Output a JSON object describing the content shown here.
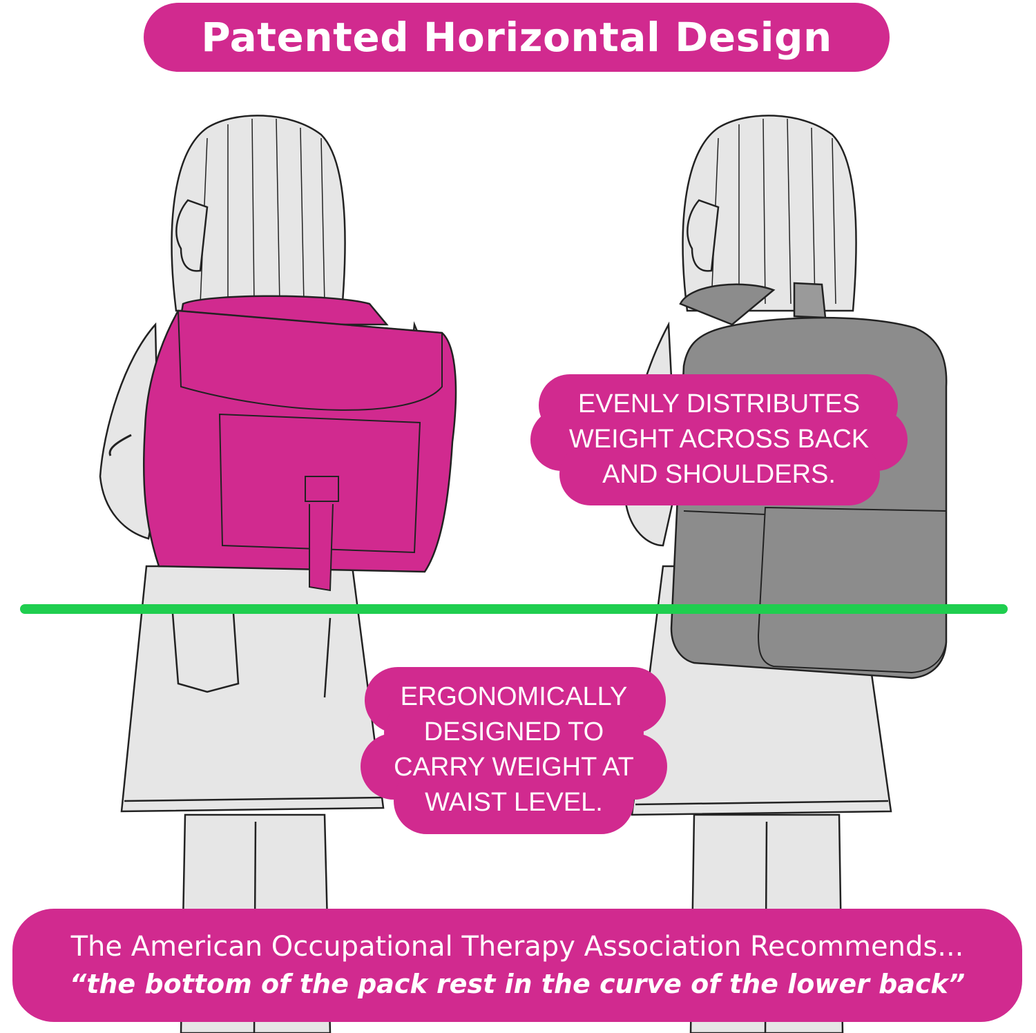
{
  "title": "Patented Horizontal Design",
  "callout_right": {
    "lines": [
      "EVENLY DISTRIBUTES",
      "WEIGHT ACROSS BACK",
      "AND SHOULDERS."
    ]
  },
  "callout_center": {
    "lines": [
      "ERGONOMICALLY",
      "DESIGNED TO",
      "CARRY WEIGHT AT",
      "WAIST LEVEL."
    ]
  },
  "recommendation": {
    "line1": "The American Occupational Therapy Association Recommends...",
    "line2": "“the bottom of the pack rest in the curve of the lower back”"
  },
  "colors": {
    "accent": "#d12a8f",
    "waist_line": "#1fce4f",
    "left_backpack": "#d12a8f",
    "right_backpack": "#8c8c8c",
    "figure_fill": "#e6e6e6",
    "outline": "#222222"
  }
}
